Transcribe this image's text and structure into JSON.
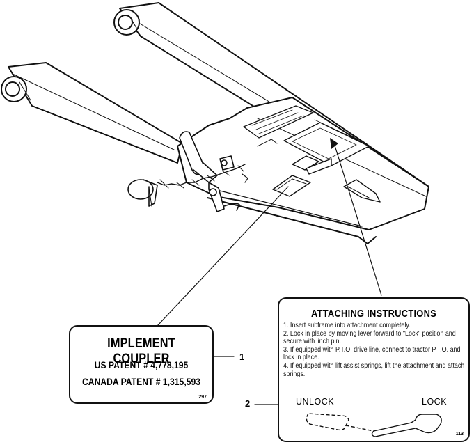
{
  "decal_implement_coupler": {
    "title": "IMPLEMENT COUPLER",
    "us_patent": "US PATENT # 4,778,195",
    "canada_patent": "CANADA PATENT # 1,315,593",
    "code": "297"
  },
  "decal_attaching_instructions": {
    "title": "ATTACHING INSTRUCTIONS",
    "steps": [
      "1. Insert subframe into attachment completely.",
      "2. Lock in place by moving lever forward to \"Lock\" position and secure with linch pin.",
      "3. If equipped with P.T.O. drive line, connect to tractor P.T.O. and lock in place.",
      "4. If equipped with lift assist springs, lift the attachment and attach springs."
    ],
    "unlock_label": "UNLOCK",
    "lock_label": "LOCK",
    "code": "113"
  },
  "callouts": {
    "one": "1",
    "two": "2"
  }
}
